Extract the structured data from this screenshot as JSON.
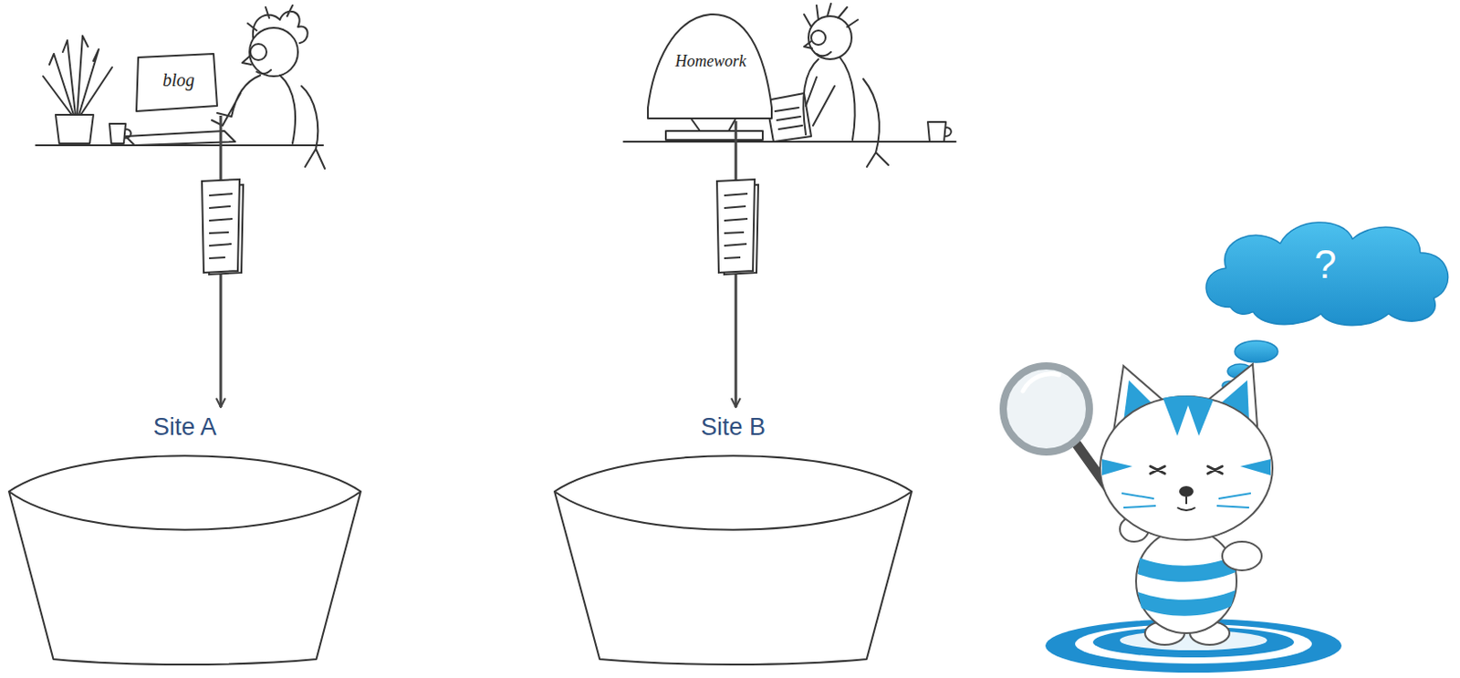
{
  "diagram": {
    "nodes": [
      {
        "text": [
          "blog"
        ]
      },
      {
        "text": [
          "Homework"
        ]
      },
      {
        "text": [
          "Site A"
        ]
      },
      {
        "text": [
          "Site B"
        ]
      },
      {
        "text": [
          "?"
        ]
      }
    ],
    "edges": [
      {
        "from": 0,
        "to": 2,
        "arrow": "to"
      },
      {
        "from": 1,
        "to": 3,
        "arrow": "to"
      }
    ]
  }
}
